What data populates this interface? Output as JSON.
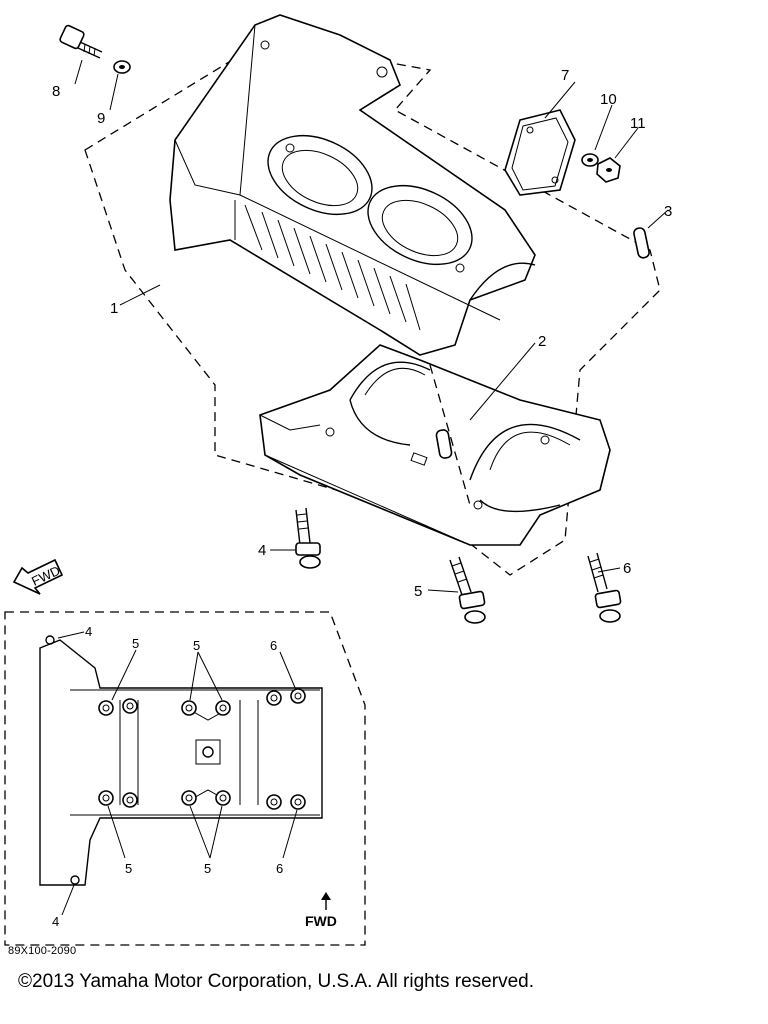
{
  "callouts": {
    "c1": "1",
    "c2": "2",
    "c3": "3",
    "c4": "4",
    "c5": "5",
    "c6": "6",
    "c7": "7",
    "c8": "8",
    "c9": "9",
    "c10": "10",
    "c11": "11"
  },
  "inset_callouts": {
    "tl4": "4",
    "bl4": "4",
    "top5a": "5",
    "top5b": "5",
    "top6": "6",
    "bot5a": "5",
    "bot5b": "5",
    "bot6": "6"
  },
  "fwd_arrow_label": "FWD",
  "inset_fwd_label": "FWD",
  "drawing_code": "89X100-2090",
  "copyright": "©2013 Yamaha Motor Corporation, U.S.A. All rights reserved."
}
